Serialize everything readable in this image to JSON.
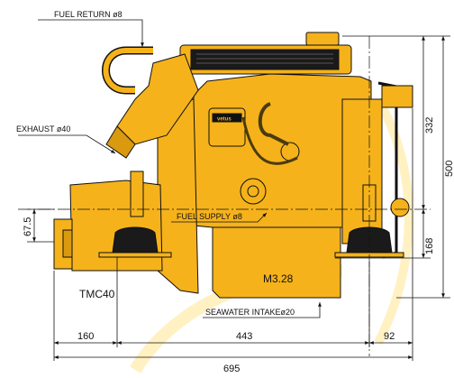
{
  "labels": {
    "fuel_return": "FUEL RETURN ø8",
    "exhaust": "EXHAUST ø40",
    "fuel_supply": "FUEL SUPPLY ø8",
    "seawater_intake": "SEAWATER INTAKEø20",
    "gearbox_model": "TMC40",
    "engine_model": "M3.28",
    "brand_plate": "vetus"
  },
  "dimensions": {
    "dim_67_5": "67.5",
    "dim_332": "332",
    "dim_500": "500",
    "dim_168": "168",
    "dim_160": "160",
    "dim_443": "443",
    "dim_92": "92",
    "dim_695": "695"
  },
  "colors": {
    "engine": "#f5b21b",
    "engine_dark": "#d99a10",
    "outline": "#111111",
    "mount": "#1a1a1a",
    "watermark": "#fff1c2"
  }
}
